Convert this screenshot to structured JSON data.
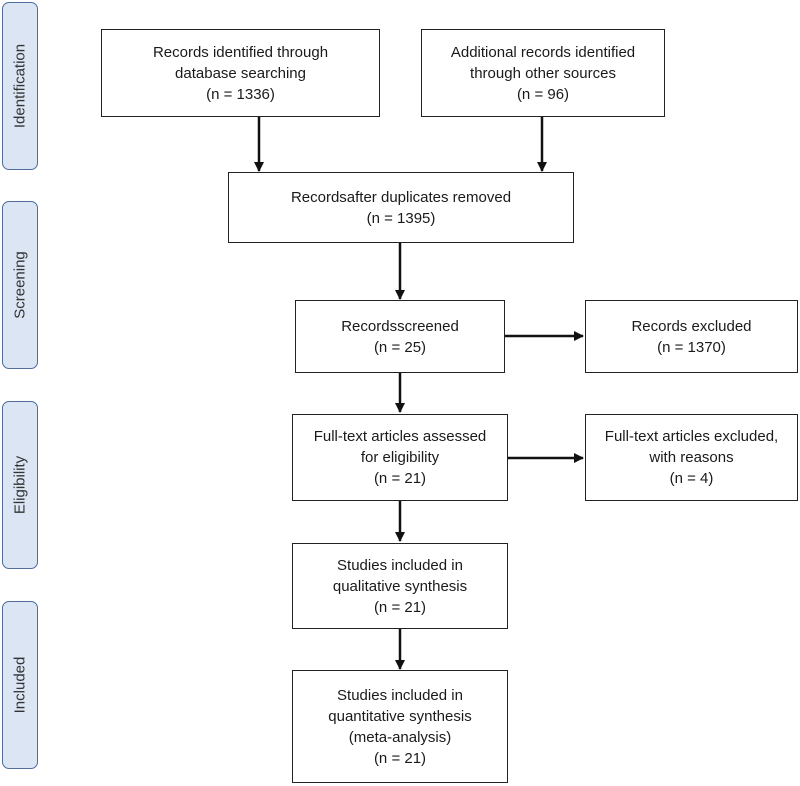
{
  "stages": {
    "identification": "Identification",
    "screening": "Screening",
    "eligibility": "Eligibility",
    "included": "Included"
  },
  "boxes": {
    "db_search": {
      "line1": "Records identified through",
      "line2": "database searching",
      "line3": "(n = 1336)"
    },
    "other_sources": {
      "line1": "Additional records identified",
      "line2": "through other sources",
      "line3": "(n = 96)"
    },
    "deduplicated": {
      "line1": "Recordsafter duplicates removed",
      "line2": "(n = 1395)"
    },
    "screened": {
      "line1": "Recordsscreened",
      "line2": "(n = 25)"
    },
    "excluded": {
      "line1": "Records excluded",
      "line2": "(n = 1370)"
    },
    "fulltext": {
      "line1": "Full-text articles assessed",
      "line2": "for eligibility",
      "line3": "(n = 21)"
    },
    "fulltext_excluded": {
      "line1": "Full-text articles excluded,",
      "line2": "with reasons",
      "line3": "(n = 4)"
    },
    "qualitative": {
      "line1": "Studies included in",
      "line2": "qualitative synthesis",
      "line3": "(n =  21)"
    },
    "quantitative": {
      "line1": "Studies included in",
      "line2": "quantitative synthesis",
      "line3": "(meta-analysis)",
      "line4": "(n = 21)"
    }
  }
}
